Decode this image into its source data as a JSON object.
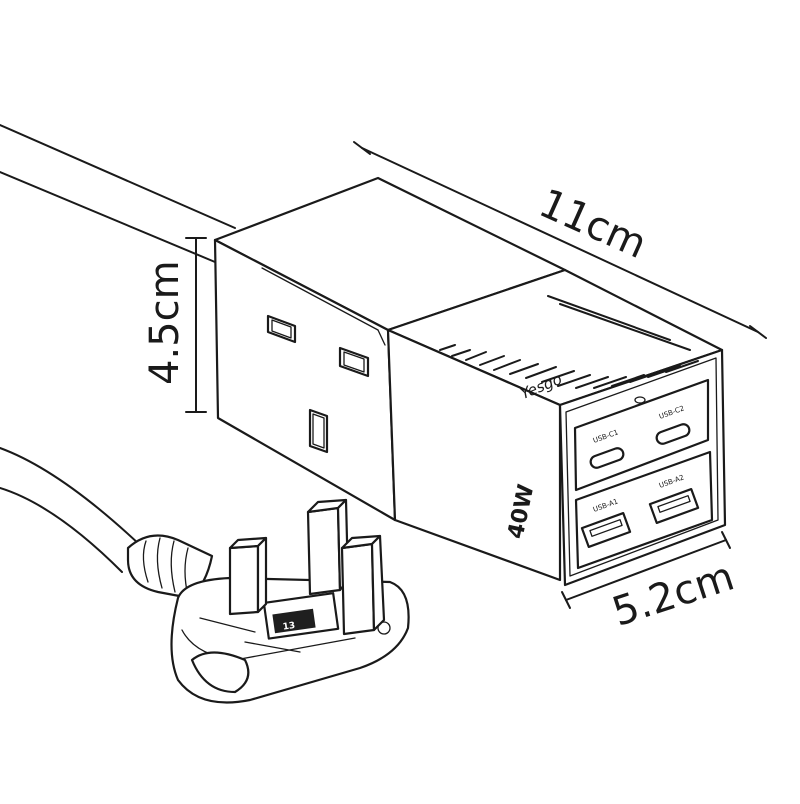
{
  "dimensions": {
    "length": "11cm",
    "height": "4.5cm",
    "width": "5.2cm"
  },
  "brand": "Yesgo",
  "wattage": "40W",
  "ports": {
    "usb_c1": "USB-C1",
    "usb_c2": "USB-C2",
    "usb_a1": "USB-A1",
    "usb_a2": "USB-A2"
  },
  "plug": {
    "fuse_rating": "13"
  }
}
